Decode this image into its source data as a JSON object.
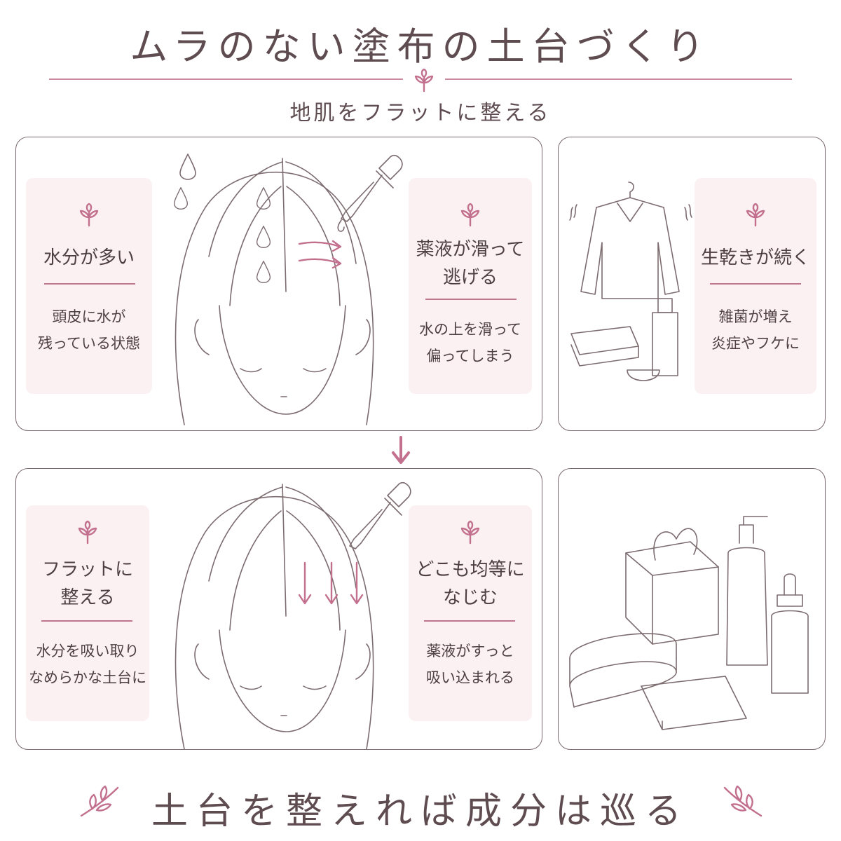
{
  "title": "ムラのない塗布の土台づくり",
  "subtitle": "地肌をフラットに整える",
  "top_left_panel": {
    "left_card": {
      "heading": "水分が多い",
      "desc_line1": "頭皮に水が",
      "desc_line2": "残っている状態"
    },
    "right_card": {
      "heading_line1": "薬液が滑って",
      "heading_line2": "逃げる",
      "desc_line1": "水の上を滑って",
      "desc_line2": "偏ってしまう"
    }
  },
  "top_right_panel": {
    "card": {
      "heading": "生乾きが続く",
      "desc_line1": "雑菌が増え",
      "desc_line2": "炎症やフケに"
    }
  },
  "bottom_left_panel": {
    "left_card": {
      "heading_line1": "フラットに",
      "heading_line2": "整える",
      "desc_line1": "水分を吸い取り",
      "desc_line2": "なめらかな土台に"
    },
    "right_card": {
      "heading_line1": "どこも均等に",
      "heading_line2": "なじむ",
      "desc_line1": "薬液がすっと",
      "desc_line2": "吸い込まれる"
    }
  },
  "footer": "土台を整えれば成分は巡る",
  "icons": {
    "leaf": "leaf-sprig-icon",
    "arrow": "arrow-down-icon",
    "dropper": "dropper-icon",
    "water": "water-drop-icon"
  },
  "colors": {
    "accent": "#c2708d",
    "text": "#5e4c51",
    "card_bg": "#fbf1f3",
    "border": "#7a6a6e"
  }
}
